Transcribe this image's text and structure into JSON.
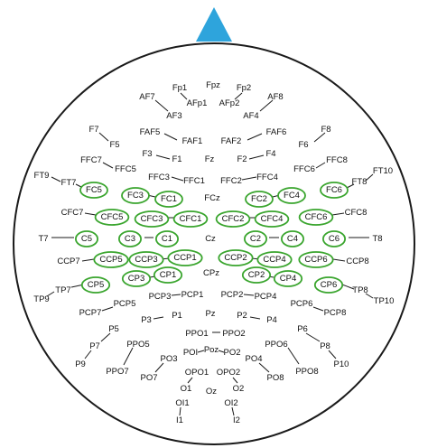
{
  "colors": {
    "background": "#ffffff",
    "head_outline": "#1a1a1a",
    "nose": "#2ea4dc",
    "circle_outline": "#3aa52e",
    "line": "#1a1a1a",
    "text": "#111111"
  },
  "icons": {
    "nose": "triangle-nose-icon"
  },
  "electrodes": {
    "Fp1": "Fp1",
    "Fpz": "Fpz",
    "Fp2": "Fp2",
    "AF7": "AF7",
    "AFp1": "AFp1",
    "AFp2": "AFp2",
    "AF8": "AF8",
    "AF3": "AF3",
    "AF4": "AF4",
    "F7": "F7",
    "FAF5": "FAF5",
    "FAF6": "FAF6",
    "F8": "F8",
    "F5": "F5",
    "FAF1": "FAF1",
    "FAF2": "FAF2",
    "F6": "F6",
    "F3": "F3",
    "F1": "F1",
    "Fz": "Fz",
    "F2": "F2",
    "F4": "F4",
    "FFC7": "FFC7",
    "FFC8": "FFC8",
    "FFC5": "FFC5",
    "FFC6": "FFC6",
    "FT9": "FT9",
    "FT10": "FT10",
    "FT7": "FT7",
    "FT8": "FT8",
    "FFC3": "FFC3",
    "FFC1": "FFC1",
    "FFC2": "FFC2",
    "FFC4": "FFC4",
    "FC5": "FC5",
    "FC3": "FC3",
    "FC1": "FC1",
    "FCz": "FCz",
    "FC2": "FC2",
    "FC4": "FC4",
    "FC6": "FC6",
    "CFC7": "CFC7",
    "CFC5": "CFC5",
    "CFC3": "CFC3",
    "CFC1": "CFC1",
    "CFC2": "CFC2",
    "CFC4": "CFC4",
    "CFC6": "CFC6",
    "CFC8": "CFC8",
    "T7": "T7",
    "C5": "C5",
    "C3": "C3",
    "C1": "C1",
    "Cz": "Cz",
    "C2": "C2",
    "C4": "C4",
    "C6": "C6",
    "T8": "T8",
    "CCP7": "CCP7",
    "CCP5": "CCP5",
    "CCP3": "CCP3",
    "CCP1": "CCP1",
    "CCP2": "CCP2",
    "CCP4": "CCP4",
    "CCP6": "CCP6",
    "CCP8": "CCP8",
    "CP3": "CP3",
    "CP1": "CP1",
    "CPz": "CPz",
    "CP2": "CP2",
    "CP4": "CP4",
    "TP7": "TP7",
    "CP5": "CP5",
    "CP6": "CP6",
    "TP8": "TP8",
    "TP9": "TP9",
    "TP10": "TP10",
    "PCP7": "PCP7",
    "PCP5": "PCP5",
    "PCP3": "PCP3",
    "PCP1": "PCP1",
    "PCP2": "PCP2",
    "PCP4": "PCP4",
    "PCP6": "PCP6",
    "PCP8": "PCP8",
    "P3": "P3",
    "P1": "P1",
    "Pz": "Pz",
    "P2": "P2",
    "P4": "P4",
    "P5": "P5",
    "P6": "P6",
    "P7": "P7",
    "P8": "P8",
    "P9": "P9",
    "P10": "P10",
    "PPO1": "PPO1",
    "PPO2": "PPO2",
    "PPO5": "PPO5",
    "PPO6": "PPO6",
    "PO1": "POI",
    "Poz": "Poz",
    "PO2": "PO2",
    "PO3": "PO3",
    "PO4": "PO4",
    "PO7": "PO7",
    "PO8": "PO8",
    "PPO7": "PPO7",
    "PPO8": "PPO8",
    "OPO1": "OPO1",
    "OPO2": "OPO2",
    "O1": "O1",
    "Oz": "Oz",
    "O2": "O2",
    "OI1": "OI1",
    "OI2": "OI2",
    "I1": "I1",
    "I2": "I2"
  },
  "highlighted": [
    "FC5",
    "FC3",
    "FC1",
    "FC2",
    "FC4",
    "FC6",
    "CFC5",
    "CFC3",
    "CFC1",
    "CFC2",
    "CFC4",
    "CFC6",
    "C5",
    "C3",
    "C1",
    "C2",
    "C4",
    "C6",
    "CCP5",
    "CCP3",
    "CCP1",
    "CCP2",
    "CCP4",
    "CCP6",
    "CP5",
    "CP3",
    "CP1",
    "CP2",
    "CP4",
    "CP6"
  ]
}
